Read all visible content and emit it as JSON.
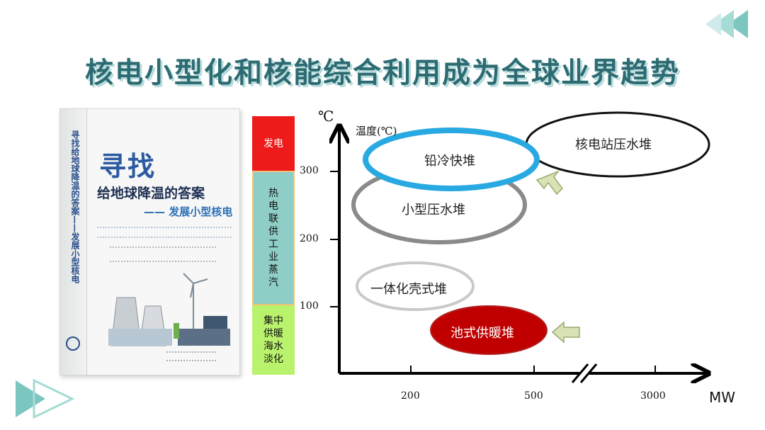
{
  "title": "核电小型化和核能综合利用成为全球业界趋势",
  "book": {
    "title": "寻找",
    "subtitle": "给地球降温的答案",
    "subtitle2": "—— 发展小型核电",
    "spine_text": "寻找给地球降温的答案——发展小型核电"
  },
  "color_bar": {
    "power": "发电",
    "heat_power": "热电联供工业蒸汽",
    "district_heat": "集中供暖海水淡化"
  },
  "axes": {
    "y_unit": "℃",
    "y_label": "温度(℃)",
    "y_ticks": [
      "300",
      "200",
      "100"
    ],
    "x_ticks": [
      "200",
      "500",
      "3000"
    ],
    "x_unit": "MW"
  },
  "reactors": {
    "lead_fast": "铅冷快堆",
    "large_pwr": "核电站压水堆",
    "small_pwr": "小型压水堆",
    "integral": "一体化壳式堆",
    "pool_heating": "池式供暖堆"
  },
  "colors": {
    "title": "#2d6b72",
    "lead_fast": "#29a9e1",
    "pool_heating": "#c00000",
    "arrow": "#d7e2b5"
  }
}
